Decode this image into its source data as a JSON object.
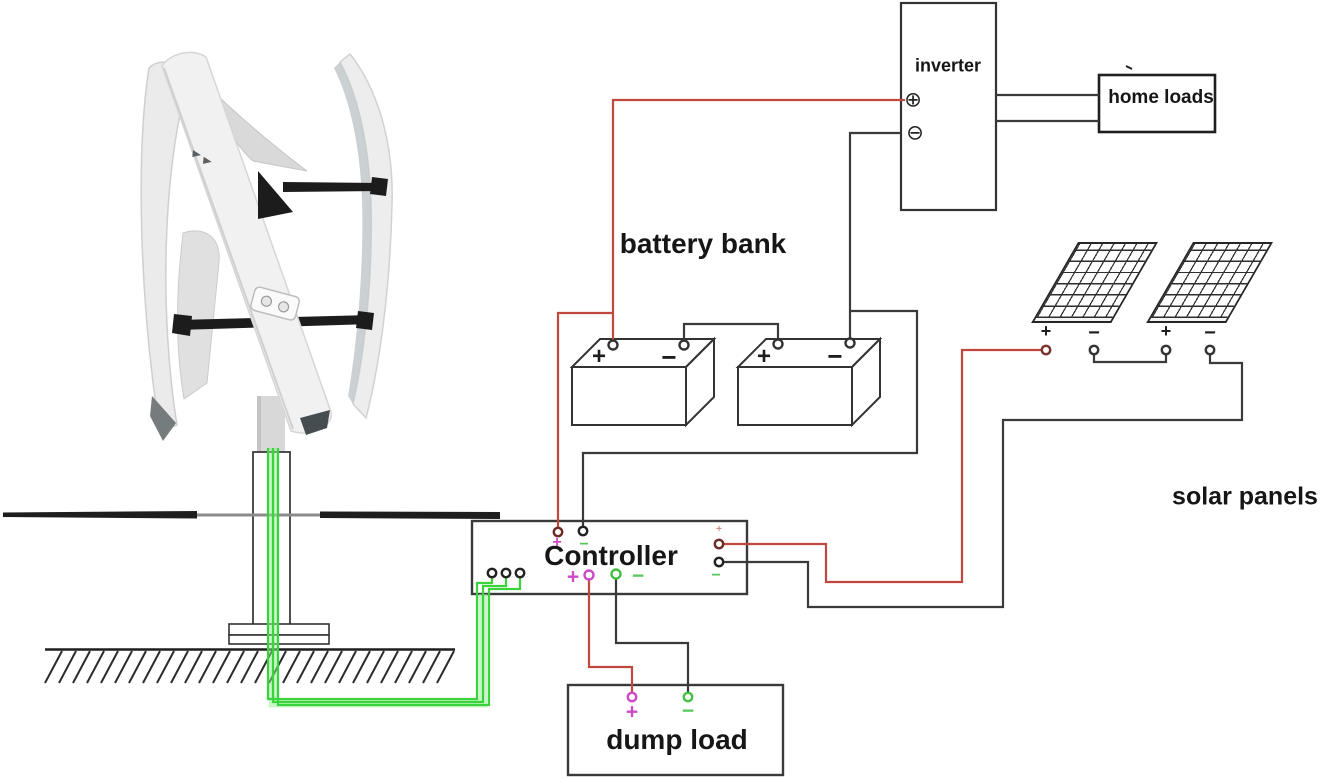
{
  "diagram": {
    "labels": {
      "inverter": "inverter",
      "home_loads": "home loads",
      "battery_bank": "battery bank",
      "solar_panels": "solar panels",
      "controller": "Controller",
      "dump_load": "dump load"
    },
    "symbols": {
      "plus": "+",
      "minus": "−",
      "circled_plus": "⊕",
      "circled_minus": "⊖"
    },
    "colors": {
      "positive_wire": "#c0483f",
      "negative_wire": "#3a3a3a",
      "turbine_ac_wire": "#3bd33b",
      "positive_terminal": "#cb4ac9",
      "negative_terminal": "#4cc44c"
    },
    "connections": [
      {
        "from": "wind turbine",
        "to": "controller 3-phase input",
        "wire": "green x3"
      },
      {
        "from": "controller battery +",
        "to": "battery bank +",
        "wire": "red"
      },
      {
        "from": "controller battery −",
        "to": "battery bank −",
        "wire": "black"
      },
      {
        "from": "battery 1 −",
        "to": "battery 2 +",
        "wire": "black (series)"
      },
      {
        "from": "battery bank +",
        "to": "inverter ⊕",
        "wire": "red"
      },
      {
        "from": "battery bank −",
        "to": "inverter ⊖",
        "wire": "black"
      },
      {
        "from": "inverter",
        "to": "home loads",
        "wire": "black x2"
      },
      {
        "from": "controller solar +",
        "to": "solar panel 1 +",
        "wire": "red"
      },
      {
        "from": "solar panel 1 −",
        "to": "solar panel 2 +",
        "wire": "black (series)"
      },
      {
        "from": "solar panel 2 −",
        "to": "controller solar −",
        "wire": "black"
      },
      {
        "from": "controller load +",
        "to": "dump load +",
        "wire": "red"
      },
      {
        "from": "controller load −",
        "to": "dump load −",
        "wire": "black"
      }
    ]
  }
}
